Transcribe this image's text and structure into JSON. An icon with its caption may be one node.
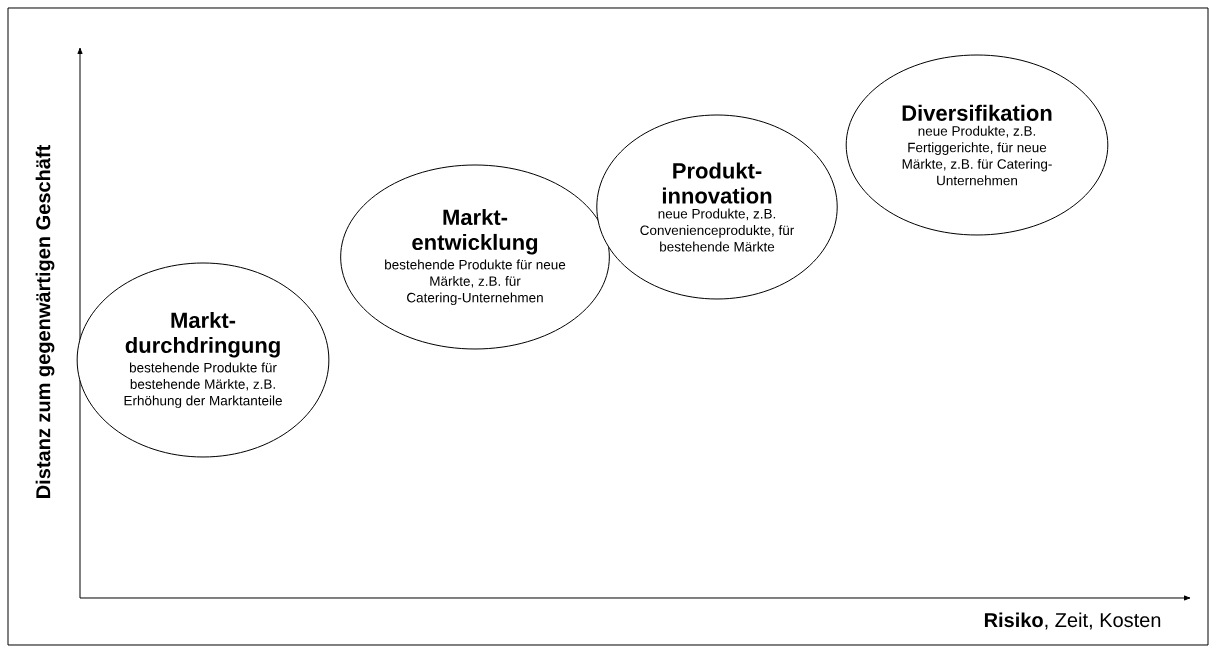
{
  "diagram": {
    "nodes": [
      {
        "text": [
          "Markt- durchdringung",
          "bestehende Produkte für bestehende Märkte, z.B. Erhöhung der Marktanteile"
        ]
      },
      {
        "text": [
          "Markt- entwicklung",
          "bestehende Produkte für neue Märkte, z.B. für Catering-Unternehmen"
        ]
      },
      {
        "text": [
          "Produkt- innovation",
          "neue Produkte, z.B. Convenienceprodukte, für bestehende Märkte"
        ]
      },
      {
        "text": [
          "Diversifikation",
          "neue Produkte, z.B. Fertiggerichte, für neue Märkte, z.B. für Catering- Unternehmen"
        ]
      }
    ],
    "labels": [
      "Distanz zum gegenwärtigen Geschäft",
      "**Risiko**, Zeit, Kosten"
    ]
  }
}
